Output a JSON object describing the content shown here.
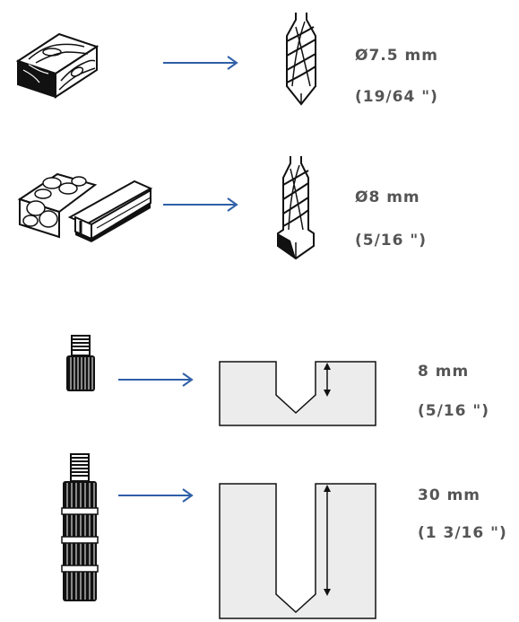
{
  "rows": [
    {
      "material": "wood",
      "dimension": "Ø7.5 mm",
      "imperial": "(19/64 \")"
    },
    {
      "material": "stone-and-steel",
      "dimension": "Ø8 mm",
      "imperial": "(5/16 \")"
    },
    {
      "material": "short-anchor",
      "dimension": "8 mm",
      "imperial": "(5/16 \")"
    },
    {
      "material": "long-anchor",
      "dimension": "30 mm",
      "imperial": "(1 3/16 \")"
    }
  ],
  "colors": {
    "arrow": "#2f5fa8",
    "block_fill": "#ececec",
    "ink": "#111111",
    "text": "#555555"
  },
  "icons": [
    "wood-block-icon",
    "stone-steel-icon",
    "drill-bit-icon",
    "short-threaded-anchor-icon",
    "long-threaded-anchor-icon",
    "depth-arrow-icon"
  ]
}
